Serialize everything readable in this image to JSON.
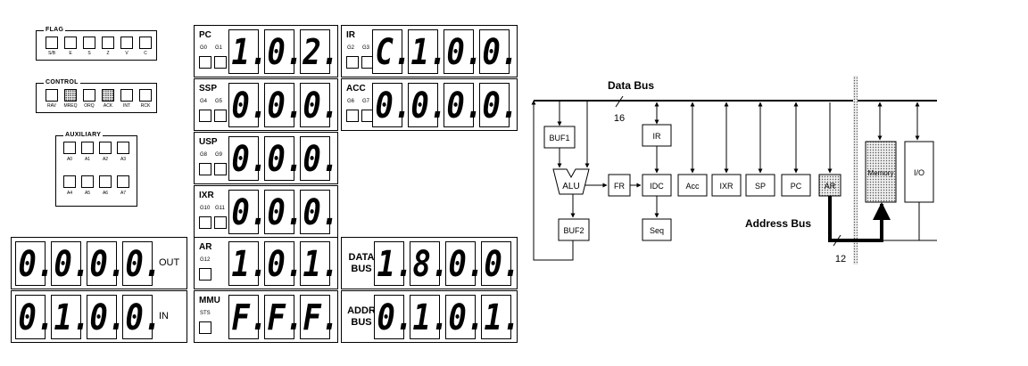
{
  "flag": {
    "title": "FLAG",
    "bits": [
      "S/B",
      "E",
      "S",
      "Z",
      "V",
      "C"
    ]
  },
  "control": {
    "title": "CONTROL",
    "bits": [
      "RAV",
      "MREQ",
      "ORQ",
      "ACK",
      "INT",
      "RCK"
    ]
  },
  "auxiliary": {
    "title": "AUXILIARY",
    "bits": [
      "A0",
      "A1",
      "A2",
      "A3",
      "A4",
      "A5",
      "A6",
      "A7"
    ]
  },
  "registers": {
    "pc": {
      "name": "PC",
      "g": [
        "G0",
        "G1"
      ],
      "digits": [
        "1.",
        "0.",
        "2."
      ]
    },
    "ssp": {
      "name": "SSP",
      "g": [
        "G4",
        "G5"
      ],
      "digits": [
        "0.",
        "0.",
        "0."
      ]
    },
    "usp": {
      "name": "USP",
      "g": [
        "G8",
        "G9"
      ],
      "digits": [
        "0.",
        "0.",
        "0."
      ]
    },
    "ixr": {
      "name": "IXR",
      "g": [
        "G10",
        "G11"
      ],
      "digits": [
        "0.",
        "0.",
        "0."
      ]
    },
    "ar": {
      "name": "AR",
      "g": [
        "G12"
      ],
      "digits": [
        "1.",
        "0.",
        "1."
      ]
    },
    "mmu": {
      "name": "MMU",
      "g": [
        "STS"
      ],
      "digits": [
        "F.",
        "F.",
        "F."
      ]
    },
    "ir": {
      "name": "IR",
      "g": [
        "G2",
        "G3"
      ],
      "digits": [
        "C.",
        "1.",
        "0.",
        "0."
      ]
    },
    "acc": {
      "name": "ACC",
      "g": [
        "G6",
        "G7"
      ],
      "digits": [
        "0.",
        "0.",
        "0.",
        "0."
      ]
    }
  },
  "out": {
    "label": "OUT",
    "digits": [
      "0.",
      "0.",
      "0.",
      "0."
    ]
  },
  "in": {
    "label": "IN",
    "digits": [
      "0.",
      "1.",
      "0.",
      "0."
    ]
  },
  "data_bus": {
    "label1": "DATA",
    "label2": "BUS",
    "digits": [
      "1.",
      "8.",
      "0.",
      "0."
    ]
  },
  "addr_bus": {
    "label1": "ADDR",
    "label2": "BUS",
    "digits": [
      "0.",
      "1.",
      "0.",
      "1."
    ]
  },
  "diagram": {
    "data_bus_label": "Data Bus",
    "data_width": "16",
    "address_bus_label": "Address Bus",
    "address_width": "12",
    "blocks": {
      "buf1": "BUF1",
      "buf2": "BUF2",
      "alu": "ALU",
      "fr": "FR",
      "ir": "IR",
      "idc": "IDC",
      "seq": "Seq",
      "acc": "Acc",
      "ixr": "IXR",
      "sp": "SP",
      "pc": "PC",
      "ar": "AR",
      "memory": "Memory",
      "io": "I/O"
    }
  }
}
